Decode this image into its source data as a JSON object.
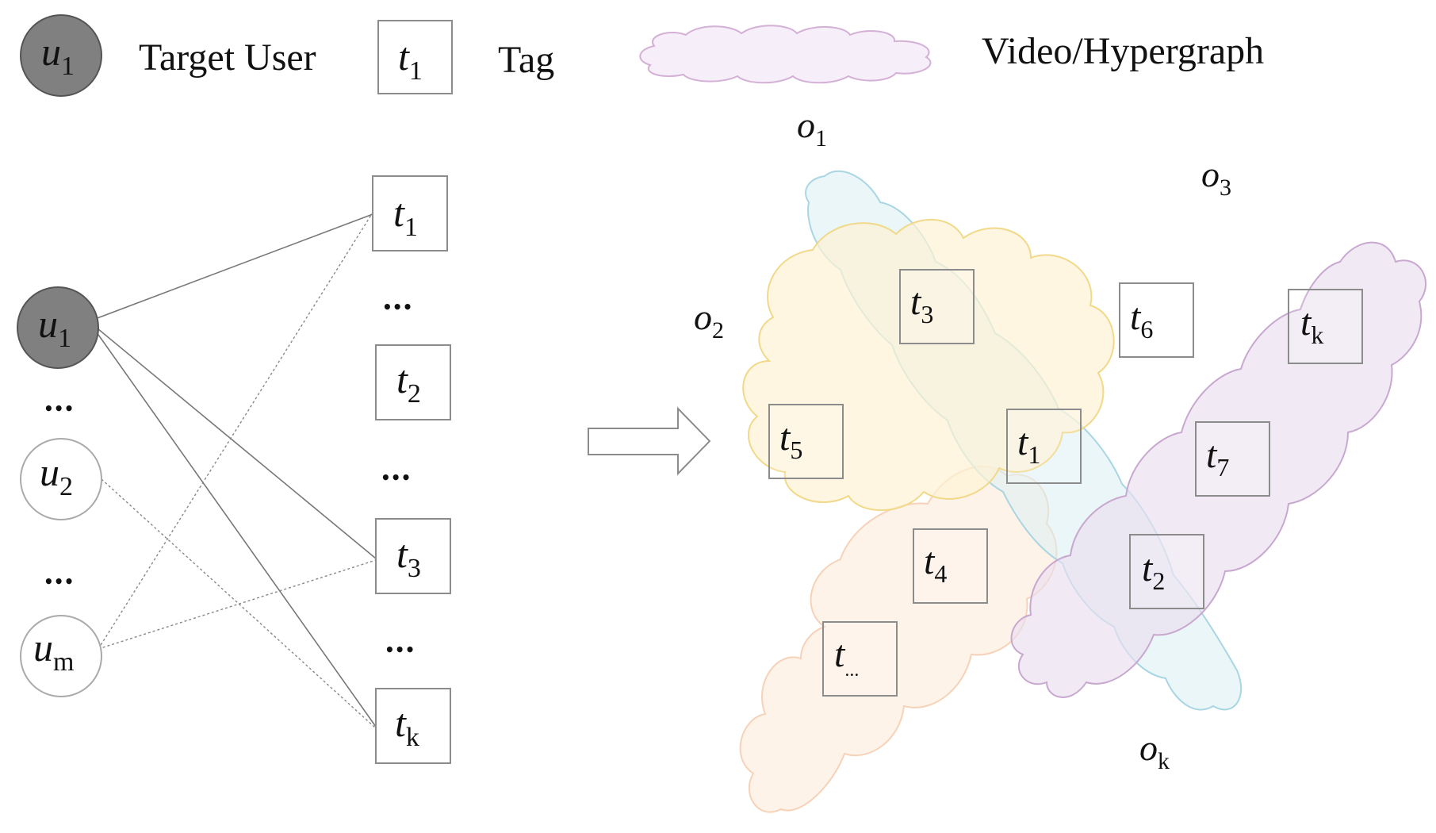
{
  "legend": {
    "target_user": {
      "symbol": "u",
      "sub": "1",
      "label": "Target User"
    },
    "tag": {
      "symbol": "t",
      "sub": "1",
      "label": "Tag"
    },
    "hypergraph": {
      "label": "Video/Hypergraph"
    }
  },
  "users": [
    {
      "base": "u",
      "sub": "1",
      "target": true
    },
    {
      "base": "u",
      "sub": "2",
      "target": false
    },
    {
      "base": "u",
      "sub": "m",
      "target": false
    }
  ],
  "user_ellipses": [
    "•••",
    "•••"
  ],
  "tags": [
    {
      "base": "t",
      "sub": "1"
    },
    {
      "base": "t",
      "sub": "2"
    },
    {
      "base": "t",
      "sub": "3"
    },
    {
      "base": "t",
      "sub": "k"
    }
  ],
  "tag_ellipses": [
    "•••",
    "•••",
    "•••"
  ],
  "hyperedges": [
    {
      "base": "o",
      "sub": "1"
    },
    {
      "base": "o",
      "sub": "2"
    },
    {
      "base": "o",
      "sub": "3"
    },
    {
      "base": "o",
      "sub": "k"
    }
  ],
  "hyper_tags": [
    {
      "base": "t",
      "sub": "3"
    },
    {
      "base": "t",
      "sub": "6"
    },
    {
      "base": "t",
      "sub": "k"
    },
    {
      "base": "t",
      "sub": "5"
    },
    {
      "base": "t",
      "sub": "1"
    },
    {
      "base": "t",
      "sub": "7"
    },
    {
      "base": "t",
      "sub": "4"
    },
    {
      "base": "t",
      "sub": "2"
    },
    {
      "base": "t",
      "sub": "..."
    }
  ],
  "colors": {
    "target_fill": "#808080",
    "o1_cloud": "#d9eef3",
    "o2_cloud": "#fdf2d4",
    "o3_cloud": "#eadff0",
    "ok_cloud": "#fdeee0",
    "cloud_stroke_blue": "#a9d6e2",
    "cloud_stroke_yellow": "#f1d98a",
    "cloud_stroke_purple": "#c8a8cf",
    "cloud_stroke_peach": "#f6d2b8",
    "legend_cloud_fill": "#f6eef8",
    "legend_cloud_stroke": "#d4b0d6"
  }
}
